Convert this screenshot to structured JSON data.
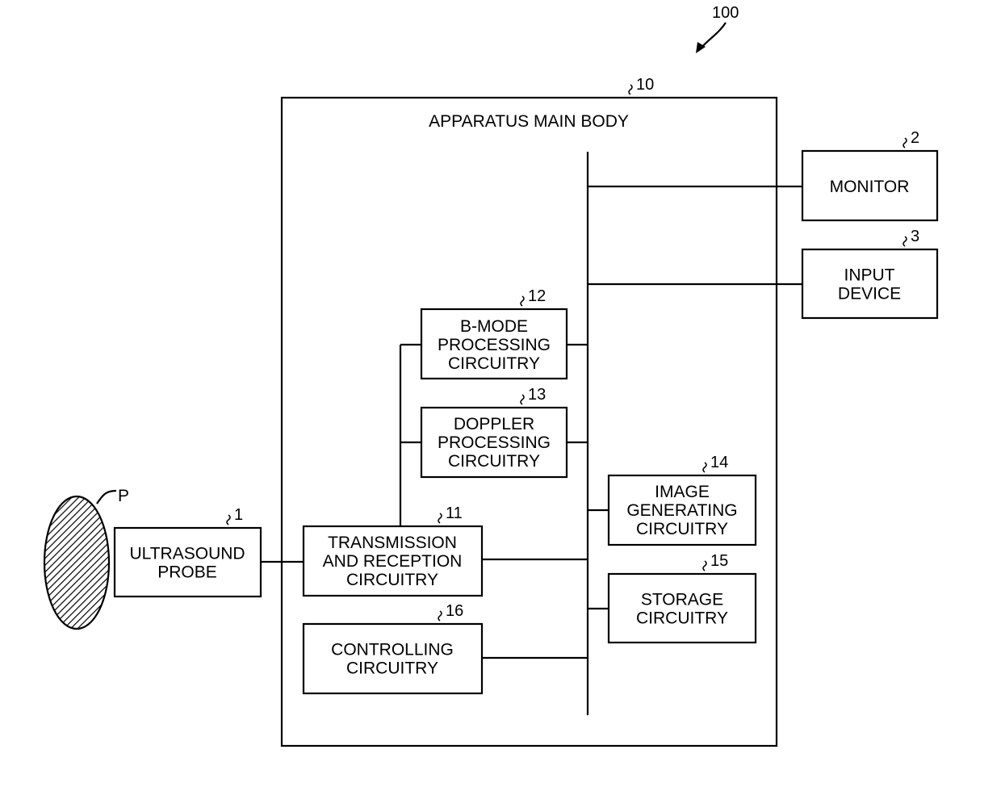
{
  "figure_ref": "100",
  "main_body": {
    "ref": "10",
    "title": "APPARATUS MAIN BODY"
  },
  "subject": {
    "label": "P"
  },
  "blocks": {
    "probe": {
      "ref": "1",
      "lines": [
        "ULTRASOUND",
        "PROBE"
      ]
    },
    "monitor": {
      "ref": "2",
      "lines": [
        "MONITOR"
      ]
    },
    "input": {
      "ref": "3",
      "lines": [
        "INPUT",
        "DEVICE"
      ]
    },
    "txrx": {
      "ref": "11",
      "lines": [
        "TRANSMISSION",
        "AND RECEPTION",
        "CIRCUITRY"
      ]
    },
    "bmode": {
      "ref": "12",
      "lines": [
        "B-MODE",
        "PROCESSING",
        "CIRCUITRY"
      ]
    },
    "doppler": {
      "ref": "13",
      "lines": [
        "DOPPLER",
        "PROCESSING",
        "CIRCUITRY"
      ]
    },
    "image": {
      "ref": "14",
      "lines": [
        "IMAGE",
        "GENERATING",
        "CIRCUITRY"
      ]
    },
    "storage": {
      "ref": "15",
      "lines": [
        "STORAGE",
        "CIRCUITRY"
      ]
    },
    "control": {
      "ref": "16",
      "lines": [
        "CONTROLLING",
        "CIRCUITRY"
      ]
    }
  }
}
